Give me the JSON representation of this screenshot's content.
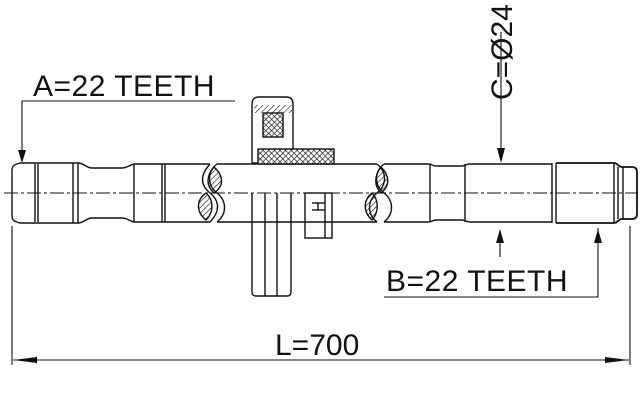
{
  "drawing": {
    "subject": "drive shaft (axle shaft) technical drawing",
    "labels": {
      "a_spline": "A=22 TEETH",
      "b_spline": "B=22 TEETH",
      "c_diameter": "C=Ø24",
      "length": "L=700"
    },
    "dimensions": {
      "A_teeth": 22,
      "B_teeth": 22,
      "C_diameter_mm": 24,
      "L_length_mm": 700
    },
    "colors": {
      "line": "#111111",
      "background": "#ffffff"
    }
  }
}
